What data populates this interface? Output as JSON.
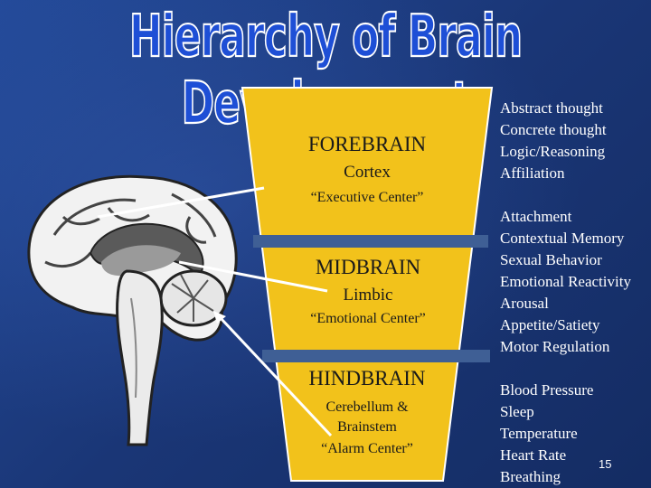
{
  "slide": {
    "title": "Hierarchy of Brain Development",
    "page_number": "15"
  },
  "levels": {
    "forebrain": {
      "name": "FOREBRAIN",
      "region": "Cortex",
      "role": "“Executive Center”"
    },
    "midbrain": {
      "name": "MIDBRAIN",
      "region": "Limbic",
      "role": "“Emotional Center”"
    },
    "hindbrain": {
      "name": "HINDBRAIN",
      "region_line1": "Cerebellum &",
      "region_line2": "Brainstem",
      "role": "“Alarm Center”"
    }
  },
  "functions": {
    "forebrain": [
      "Abstract thought",
      "Concrete thought",
      "Logic/Reasoning",
      "Affiliation"
    ],
    "midbrain": [
      "Attachment",
      "Contextual Memory",
      "Sexual Behavior",
      "Emotional Reactivity",
      "Arousal",
      "Appetite/Satiety",
      "Motor Regulation"
    ],
    "hindbrain": [
      "Blood Pressure",
      "Sleep",
      "Temperature",
      "Heart Rate",
      "Breathing"
    ]
  },
  "colors": {
    "background": "#1b3a7e",
    "funnel": "#f2c21b",
    "divider": "#3f5f95",
    "title": "#1e4fd6"
  },
  "icons": [
    "brain-illustration"
  ]
}
